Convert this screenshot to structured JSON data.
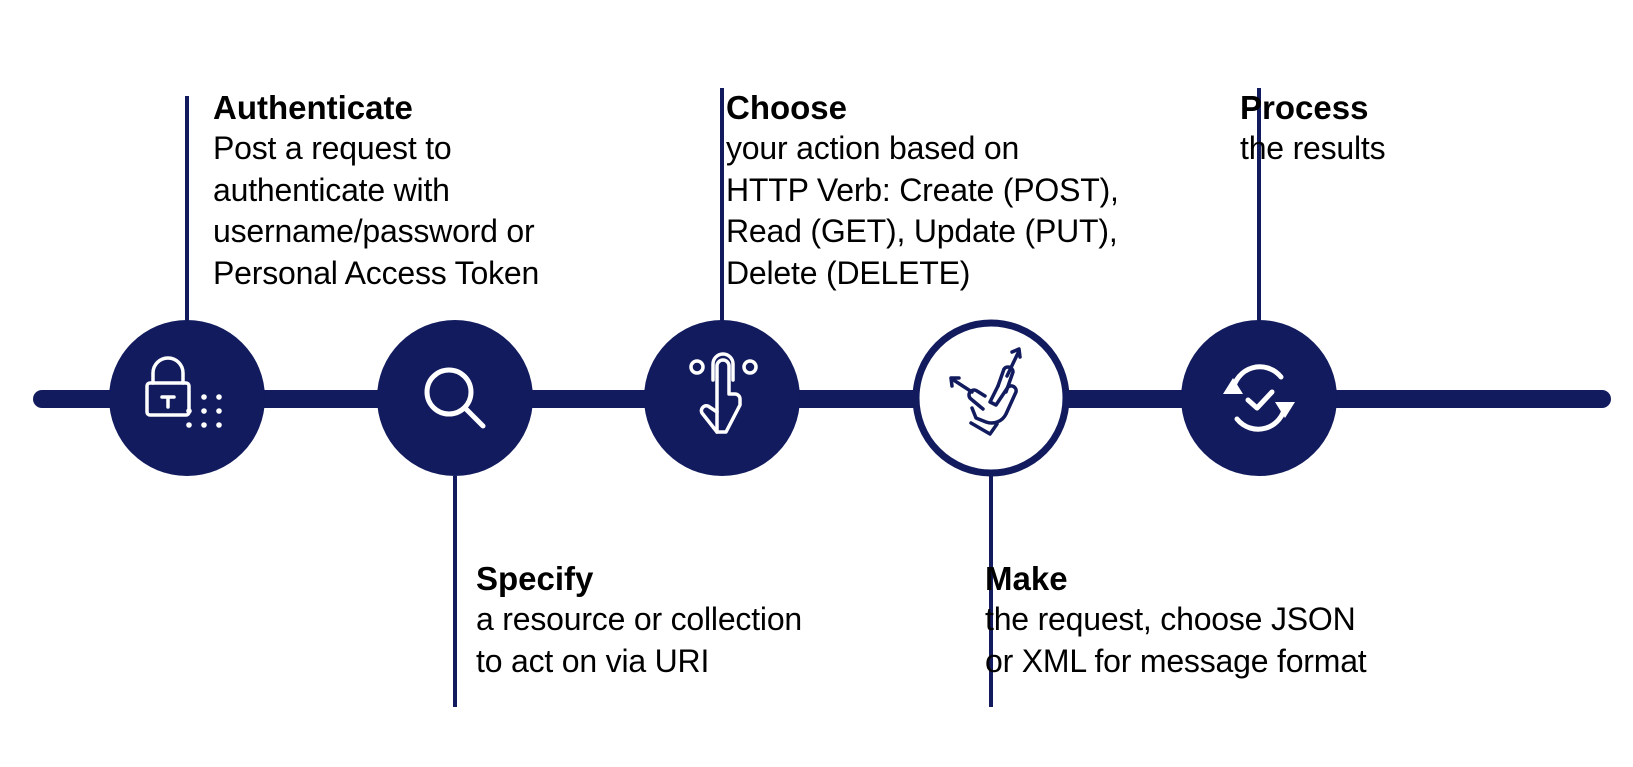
{
  "colors": {
    "navy": "#121b5e",
    "white": "#ffffff",
    "text": "#000000"
  },
  "steps": [
    {
      "icon": "lock-keypad-icon",
      "title": "Authenticate",
      "lines": [
        "Post a request to",
        "authenticate with",
        "username/password or",
        "Personal Access Token"
      ]
    },
    {
      "icon": "magnifier-icon",
      "title": "Specify",
      "lines": [
        "a resource or collection",
        "to act on via URI"
      ]
    },
    {
      "icon": "tap-gesture-icon",
      "title": "Choose",
      "lines": [
        "your action based on",
        "HTTP Verb: Create (POST),",
        "Read (GET), Update (PUT),",
        "Delete (DELETE)"
      ]
    },
    {
      "icon": "multi-touch-gesture-icon",
      "title": "Make",
      "lines": [
        "the request, choose JSON",
        "or XML for message format"
      ]
    },
    {
      "icon": "refresh-check-icon",
      "title": "Process",
      "lines": [
        "the results"
      ]
    }
  ]
}
